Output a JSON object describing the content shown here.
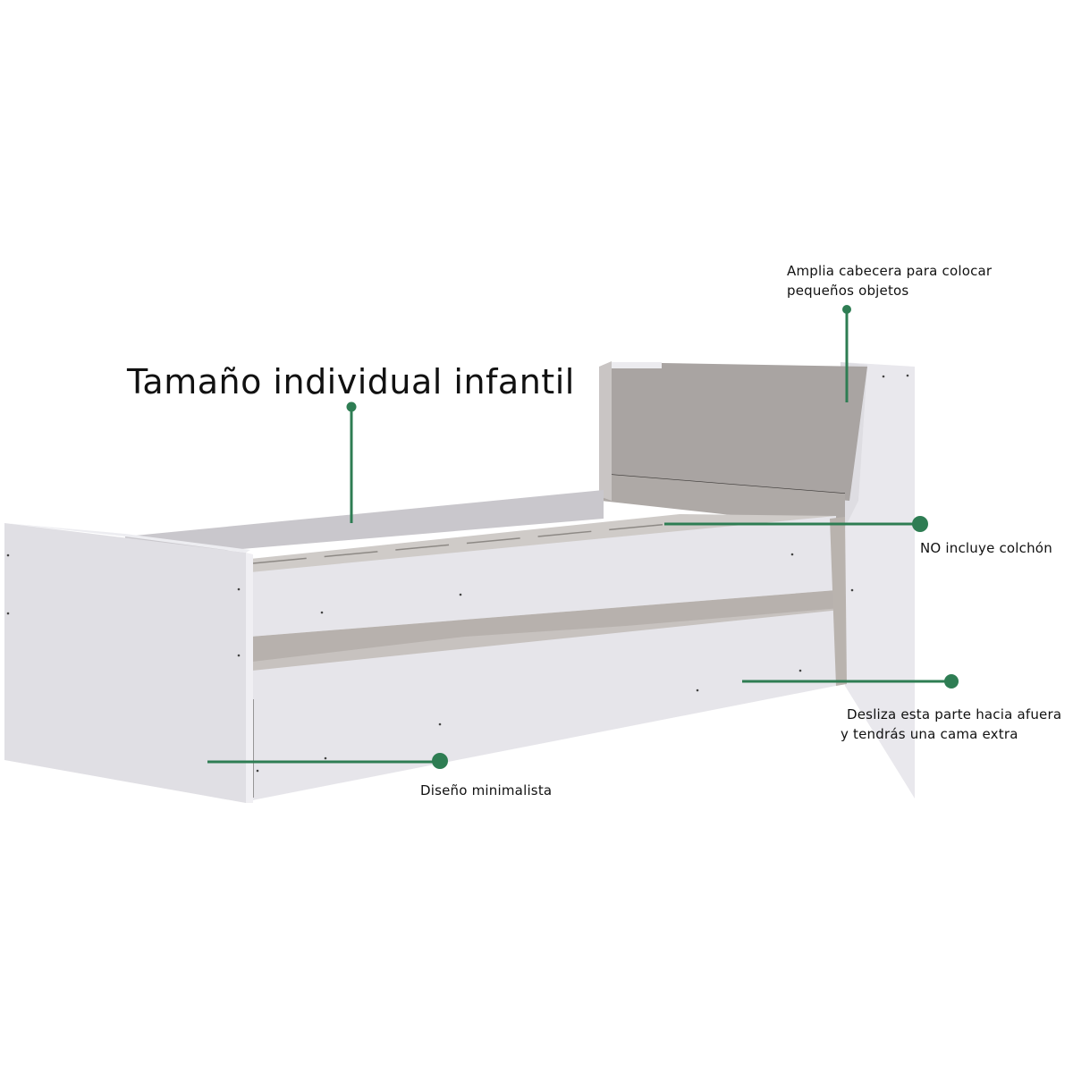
{
  "title": "Tamaño individual infantil",
  "callouts": {
    "headboard": {
      "line1": "Amplia cabecera para colocar",
      "line2": "pequeños objetos"
    },
    "mattress": {
      "text": "NO incluye colchón"
    },
    "trundle": {
      "line1": "Desliza esta parte hacia afuera",
      "line2": "y tendrás una cama extra"
    },
    "design": {
      "text": "Diseño minimalista"
    }
  },
  "colors": {
    "accent": "#2e7d53",
    "panel_white": "#e8e7ec",
    "panel_shade": "#dcdbe0",
    "headboard_grey": "#a9a4a2",
    "frame_grey": "#b7b1ad",
    "text": "#111111"
  }
}
